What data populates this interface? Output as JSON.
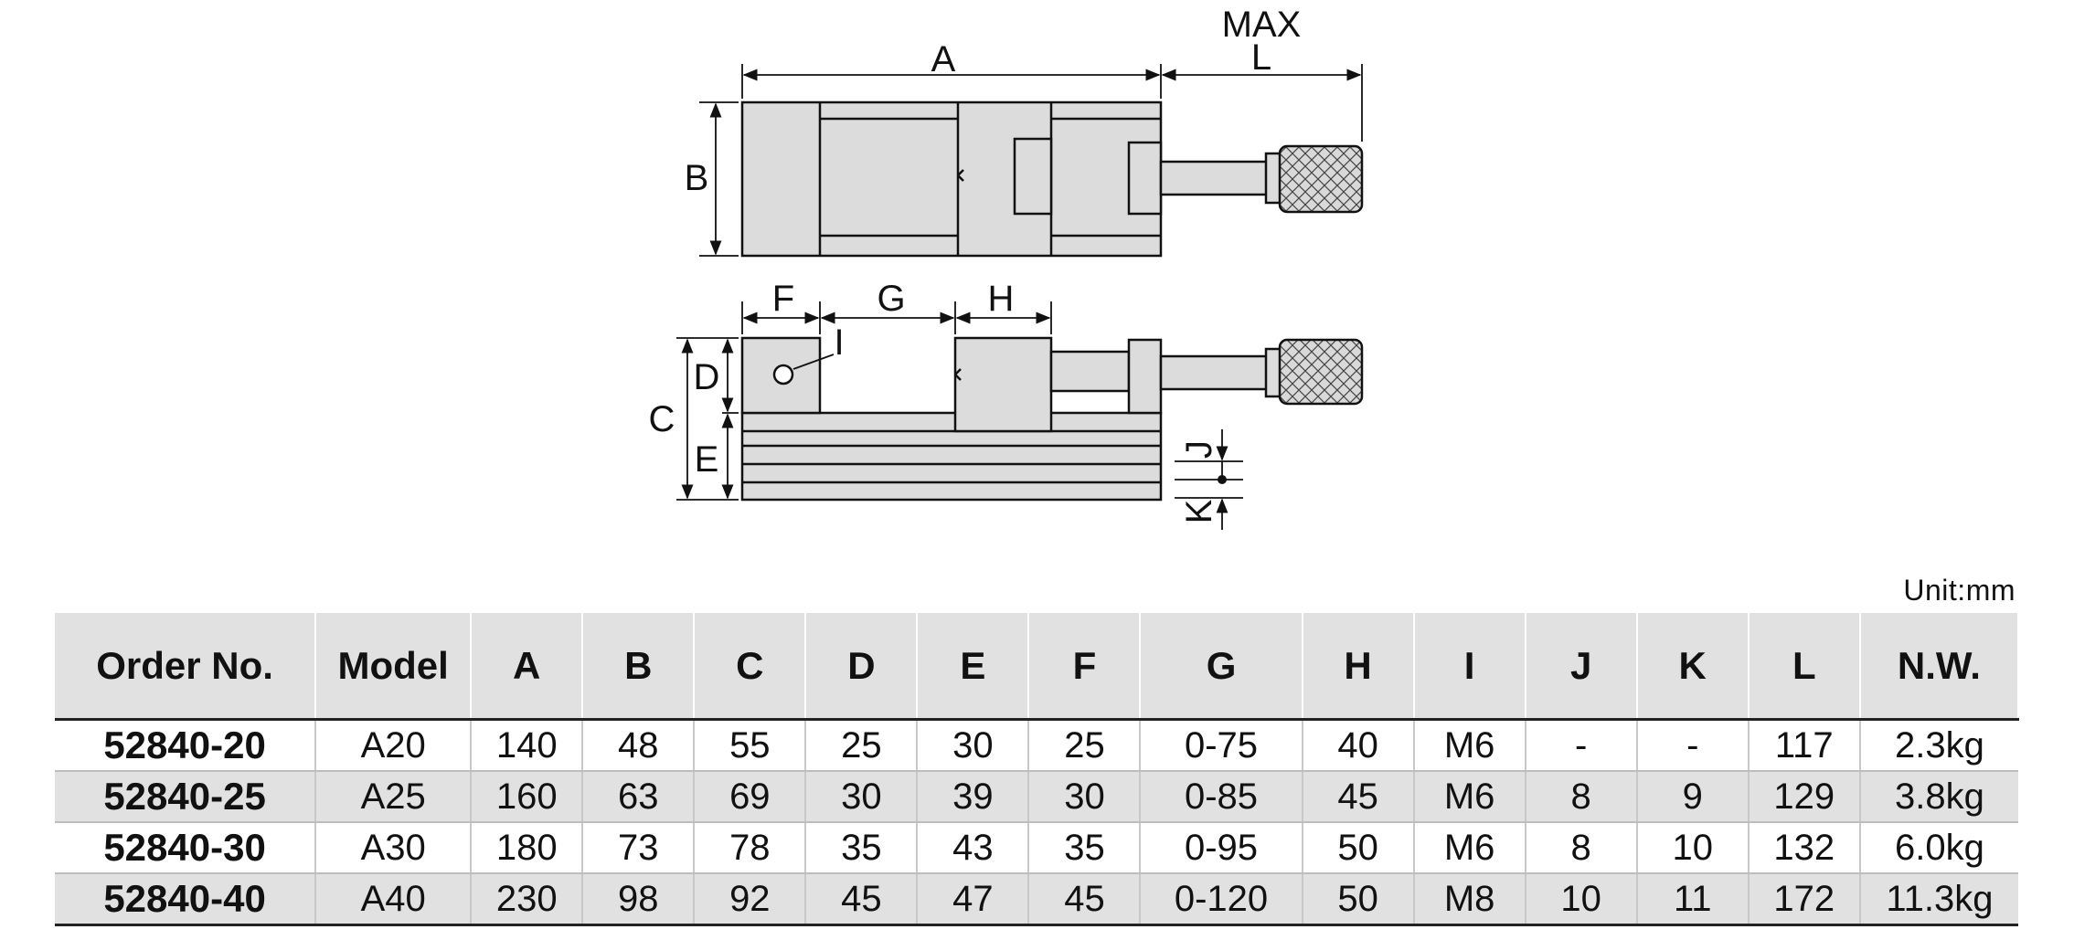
{
  "drawing": {
    "labels": {
      "max": "MAX",
      "A": "A",
      "L": "L",
      "B": "B",
      "F": "F",
      "G": "G",
      "H": "H",
      "I": "I",
      "C": "C",
      "D": "D",
      "E": "E",
      "J": "J",
      "K": "K"
    }
  },
  "unit": "Unit:mm",
  "table": {
    "headers": [
      "Order No.",
      "Model",
      "A",
      "B",
      "C",
      "D",
      "E",
      "F",
      "G",
      "H",
      "I",
      "J",
      "K",
      "L",
      "N.W."
    ],
    "rows": [
      [
        "52840-20",
        "A20",
        "140",
        "48",
        "55",
        "25",
        "30",
        "25",
        "0-75",
        "40",
        "M6",
        "-",
        "-",
        "117",
        "2.3kg"
      ],
      [
        "52840-25",
        "A25",
        "160",
        "63",
        "69",
        "30",
        "39",
        "30",
        "0-85",
        "45",
        "M6",
        "8",
        "9",
        "129",
        "3.8kg"
      ],
      [
        "52840-30",
        "A30",
        "180",
        "73",
        "78",
        "35",
        "43",
        "35",
        "0-95",
        "50",
        "M6",
        "8",
        "10",
        "132",
        "6.0kg"
      ],
      [
        "52840-40",
        "A40",
        "230",
        "98",
        "92",
        "45",
        "47",
        "45",
        "0-120",
        "50",
        "M8",
        "10",
        "11",
        "172",
        "11.3kg"
      ]
    ]
  }
}
